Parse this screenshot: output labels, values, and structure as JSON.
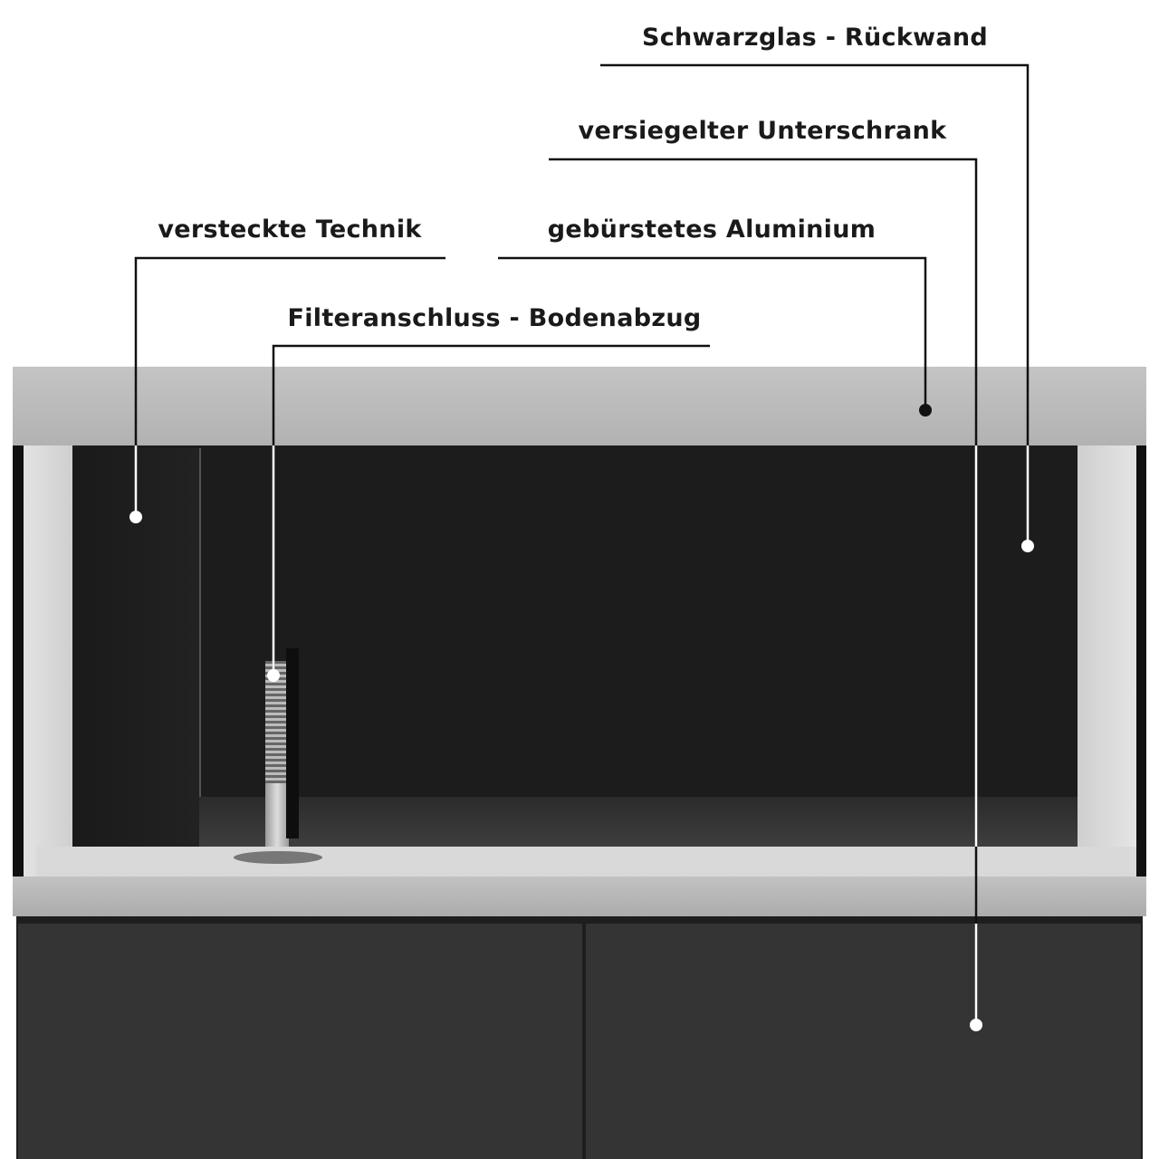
{
  "annotations": [
    {
      "id": "schwarzglas",
      "text": "Schwarzglas - Rückwand"
    },
    {
      "id": "unterschrank",
      "text": "versiegelter Unterschrank"
    },
    {
      "id": "technik",
      "text": "versteckte Technik"
    },
    {
      "id": "aluminium",
      "text": "gebürstetes Aluminium"
    },
    {
      "id": "filter",
      "text": "Filteranschluss - Bodenabzug"
    }
  ],
  "colors": {
    "frame": "#b9b9b9",
    "back_glass": "#1c1c1c",
    "cabinet": "#343434",
    "side_panel": "#d6d6d6"
  }
}
